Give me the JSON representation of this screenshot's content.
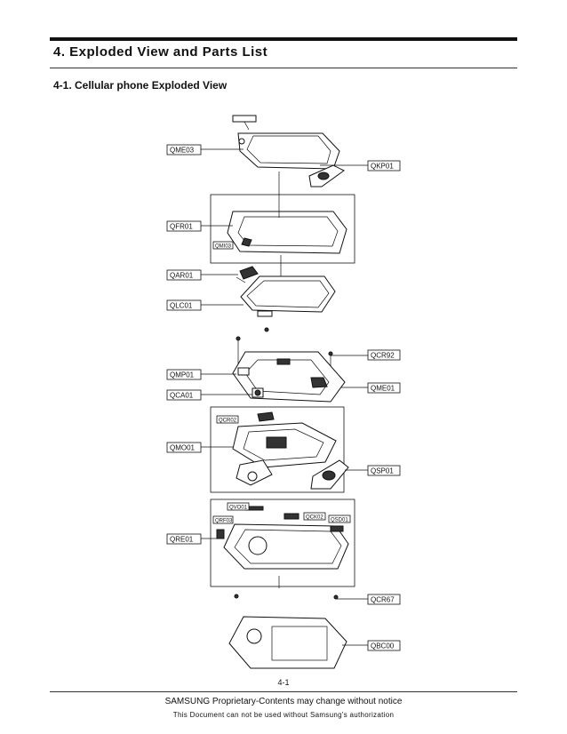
{
  "page": {
    "heading": "4. Exploded View and Parts List",
    "subheading": "4-1. Cellular phone Exploded View",
    "page_number": "4-1",
    "footer_line1": "SAMSUNG Proprietary-Contents may change without notice",
    "footer_line2": "This Document can not be used without Samsung's authorization"
  },
  "diagram": {
    "left_labels": [
      "QME03",
      "QFR01",
      "QAR01",
      "QLC01",
      "QMP01",
      "QCA01",
      "QMO01",
      "QRE01"
    ],
    "right_labels": [
      "QKP01",
      "QCR92",
      "QME01",
      "QSP01",
      "QCR67",
      "QBC00"
    ],
    "inner_labels": [
      "QMI03",
      "QCR02",
      "QVO01",
      "QRF03",
      "QCK02",
      "QSD01"
    ]
  }
}
